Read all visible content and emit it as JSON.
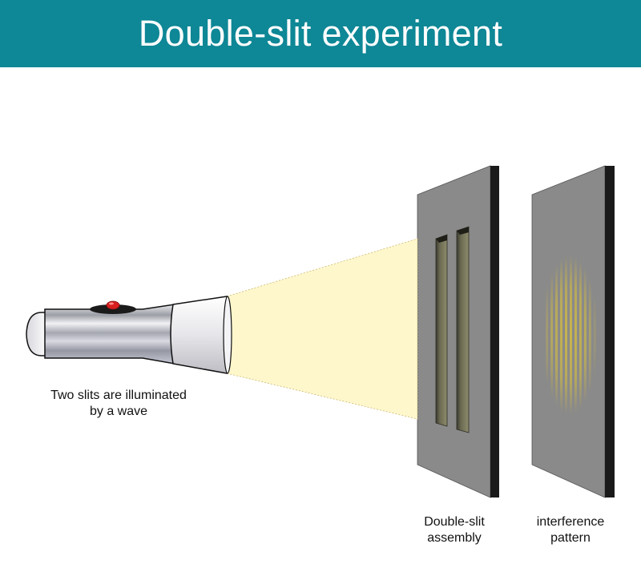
{
  "title": "Double-slit experiment",
  "labels": {
    "source_line1": "Two slits are illuminated",
    "source_line2": "by a wave",
    "slit_line1": "Double-slit",
    "slit_line2": "assembly",
    "screen_line1": "interference",
    "screen_line2": "pattern"
  },
  "colors": {
    "header": "#0e8796",
    "beam": "#fff6c8",
    "panel": "#8a8a8a",
    "panel_edge": "#1a1a1a",
    "fringe": "#c9b54a",
    "button": "#d81e1e"
  },
  "icons": [
    "flashlight-icon",
    "light-beam",
    "double-slit-panel",
    "screen-panel"
  ]
}
